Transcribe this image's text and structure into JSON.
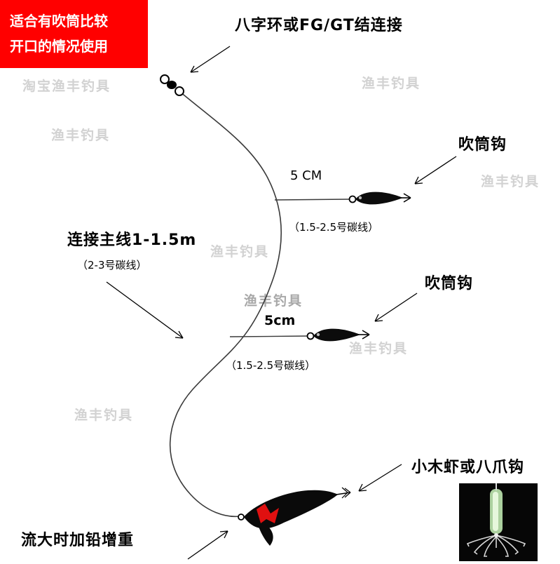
{
  "banner": {
    "line1": "适合有吹筒比较",
    "line2": "开口的情况使用"
  },
  "labels": {
    "connector": "八字环或FG/GT结连接",
    "hook_top": "吹筒钩",
    "dist_top": "5 CM",
    "line_spec_top": "（1.5-2.5号碳线）",
    "main_line": "连接主线1-1.5m",
    "main_line_spec": "（2-3号碳线）",
    "hook_mid": "吹筒钩",
    "dist_mid": "5cm",
    "line_spec_mid": "（1.5-2.5号碳线）",
    "squid_jig": "小木虾或八爪钩",
    "weight": "流大时加铅增重"
  },
  "watermarks": [
    "淘宝渔丰钓具",
    "渔丰钓具",
    "渔丰钓具",
    "渔丰钓具",
    "渔丰钓具",
    "渔丰钓具",
    "渔丰钓具",
    "渔丰钓具"
  ],
  "colors": {
    "banner": "#ff0000",
    "watermark": "#d2d2d2",
    "line": "#3a3a3a",
    "jig_accent": "#e01010"
  }
}
